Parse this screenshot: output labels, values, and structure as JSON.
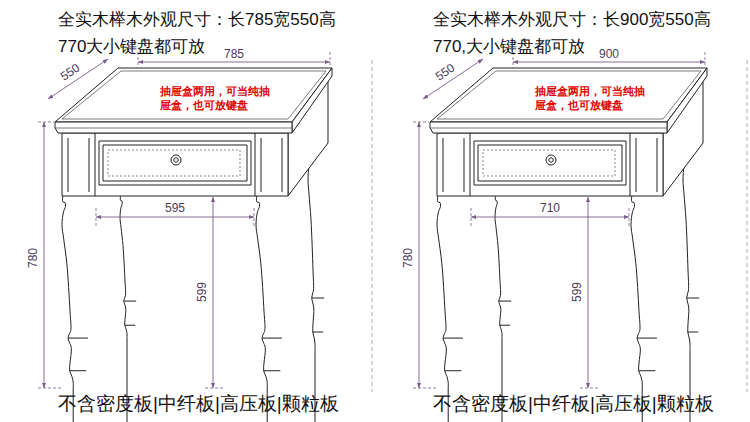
{
  "diagram": {
    "labels": [
      "全实木榉木外观尺寸：长785宽550高 770大小键盘都可放",
      "550",
      "785",
      "抽屉盒两用，可当纯抽 屉盒，也可放键盘",
      "595",
      "599",
      "780",
      "不含密度板|中纤板|高压板|颗粒板",
      "全实木榉木外观尺寸：长900宽550高 770,大小键盘都可放",
      "550",
      "900",
      "抽屉盒两用，可当纯抽 屉盒，也可放键盘",
      "710",
      "599",
      "780",
      "不含密度板|中纤板|高压板|颗粒板"
    ]
  }
}
